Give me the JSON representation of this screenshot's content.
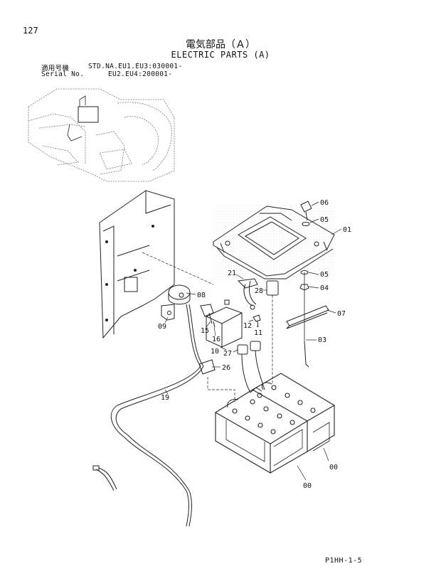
{
  "header": {
    "page_number": "127",
    "title_ja": "電気部品（Ａ）",
    "title_en": "ELECTRIC PARTS (A)",
    "serial_label_ja": "適用号機",
    "serial_label_en": "Serial No.",
    "serial_line1": "STD.NA.EU1.EU3:030001-",
    "serial_line2": "EU2.EU4:200001-"
  },
  "callouts": {
    "c01": "01",
    "c03": "03",
    "c04": "04",
    "c05a": "05",
    "c05b": "05",
    "c06": "06",
    "c07": "07",
    "c08": "08",
    "c09": "09",
    "c10": "10",
    "c11": "11",
    "c12": "12",
    "c15": "15",
    "c16": "16",
    "c19": "19",
    "c21": "21",
    "c26": "26",
    "c27": "27",
    "c28": "28",
    "c00a": "00",
    "c00b": "00"
  },
  "footer": {
    "code": "P1HH-1-5"
  }
}
